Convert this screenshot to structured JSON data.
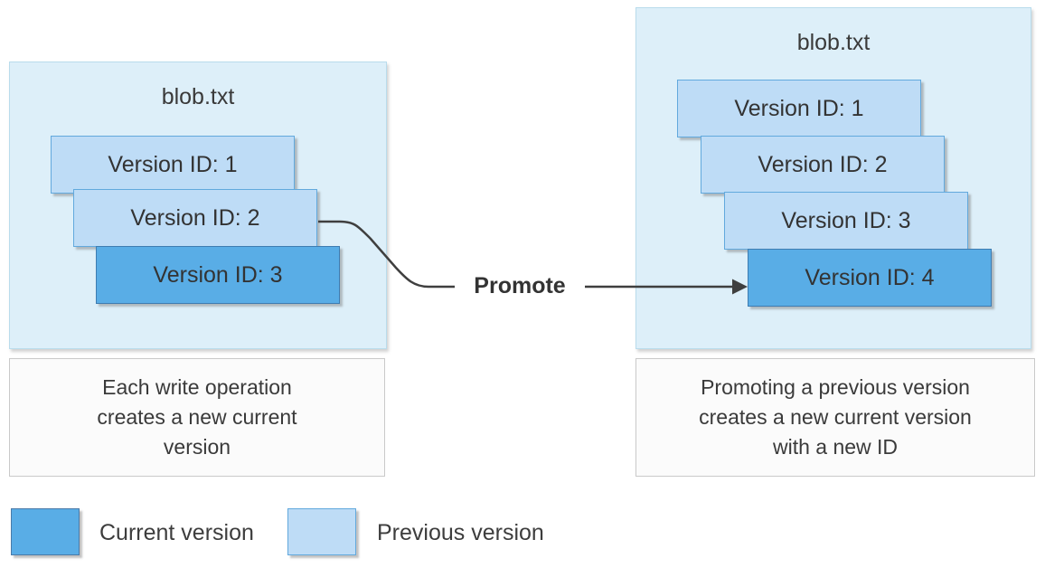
{
  "diagram": {
    "left_panel": {
      "title": "blob.txt",
      "versions": [
        {
          "label": "Version ID: 1",
          "state": "previous"
        },
        {
          "label": "Version ID: 2",
          "state": "previous"
        },
        {
          "label": "Version ID: 3",
          "state": "current"
        }
      ],
      "caption_lines": [
        "Each write operation",
        "creates a new current",
        "version"
      ]
    },
    "right_panel": {
      "title": "blob.txt",
      "versions": [
        {
          "label": "Version ID: 1",
          "state": "previous"
        },
        {
          "label": "Version ID: 2",
          "state": "previous"
        },
        {
          "label": "Version ID: 3",
          "state": "previous"
        },
        {
          "label": "Version ID: 4",
          "state": "current"
        }
      ],
      "caption_lines": [
        "Promoting a previous version",
        "creates a new current version",
        "with a new ID"
      ]
    },
    "promote_label": "Promote",
    "legend": [
      {
        "state": "current",
        "label": "Current version"
      },
      {
        "state": "previous",
        "label": "Previous version"
      }
    ],
    "colors": {
      "current_version": "#59ade6",
      "previous_version": "#bedcf6",
      "panel_background": "#ddeff9",
      "caption_background": "#fbfbfb",
      "connector": "#3f3f3f",
      "text": "#3a3a3a"
    }
  }
}
